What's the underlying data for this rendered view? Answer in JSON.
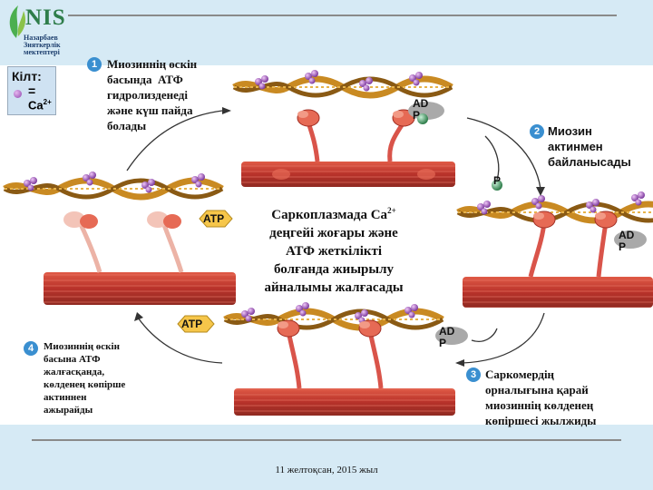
{
  "logo": {
    "name": "NIS",
    "subtitle_lines": [
      "Назарбаев",
      "Зияткерлік",
      "мектептері"
    ]
  },
  "key": {
    "title": "Кілт:",
    "equals": "=",
    "ion": "Ca",
    "ion_charge": "2+"
  },
  "steps": [
    {
      "number": "1",
      "lines": [
        "Миозиннің өскін",
        "басында  АТФ",
        "гидролизденеді",
        "және күш пайда",
        "болады"
      ]
    },
    {
      "number": "2",
      "lines": [
        "Миозин",
        "актинмен",
        "байланысады"
      ]
    },
    {
      "number": "3",
      "lines": [
        "Саркомердің",
        "орналығына қарай",
        "миозиннің көлденең",
        "көпіршесі жылжиды"
      ]
    },
    {
      "number": "4",
      "lines": [
        "Миозиннің өскін",
        "басына АТФ",
        "жалғасқанда,",
        "көлденең көпірше",
        "актиннен",
        "ажырайды"
      ]
    }
  ],
  "center": {
    "line1_prefix": "Саркоплазмада Са",
    "line1_sup": "2+",
    "lines": [
      "деңгейі жоғары және",
      "АТФ жеткілікті",
      "болғанда жиырылу",
      "айналымы жалғасады"
    ]
  },
  "molecules": {
    "adp": [
      "AD",
      "P"
    ],
    "p": "P",
    "atp": "ATP"
  },
  "footer": {
    "date": "11 желтоқсан, 2015 жыл"
  },
  "colors": {
    "accent": "#3a8fd0",
    "band": "#d6eaf5",
    "muscle": "#c8372d",
    "calcium": "#8e44ad",
    "atp": "#f6c64a"
  }
}
